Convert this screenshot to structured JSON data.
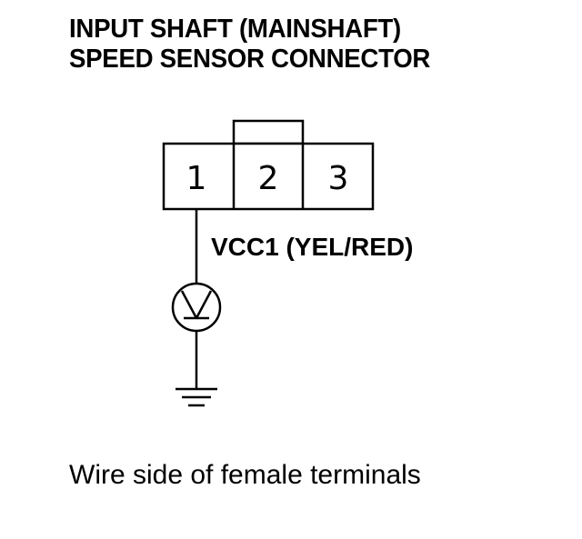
{
  "title": {
    "line1": "INPUT SHAFT (MAINSHAFT)",
    "line2": "SPEED SENSOR CONNECTOR"
  },
  "connector": {
    "terminals": [
      "1",
      "2",
      "3"
    ]
  },
  "wire": {
    "label": "VCC1 (YEL/RED)"
  },
  "symbols": {
    "meter": "voltmeter-icon",
    "ground": "ground-icon"
  },
  "caption": "Wire side of female terminals"
}
